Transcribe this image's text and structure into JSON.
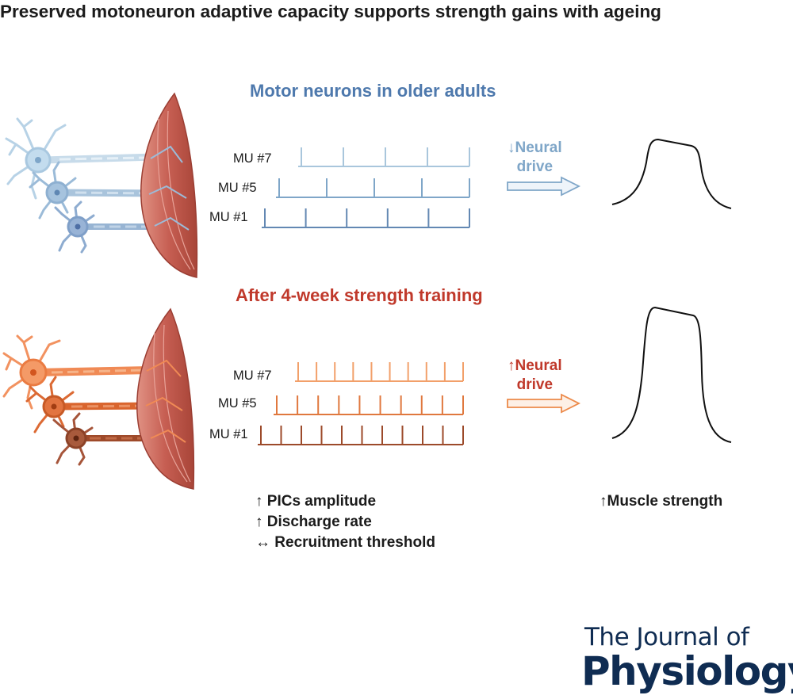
{
  "title": "Preserved motoneuron adaptive capacity supports strength gains with ageing",
  "colors": {
    "blue_title": "#4e79ad",
    "red_title": "#c0392b",
    "blue_train_light": "#a9c6dc",
    "blue_train_mid": "#7fa6c8",
    "blue_train_dark": "#6388b3",
    "orange_train_light": "#f2a06a",
    "orange_train_mid": "#e0783e",
    "orange_train_dark": "#9c4a2a",
    "muscle": "#c05a4e",
    "journal": "#0f2c52"
  },
  "panels": [
    {
      "heading": "Motor neurons in older adults",
      "drive_arrow": "↓",
      "drive_line1": "Neural",
      "drive_line2": "drive",
      "motor_units": [
        {
          "label": "MU #7",
          "spikes": 5
        },
        {
          "label": "MU #5",
          "spikes": 5
        },
        {
          "label": "MU #1",
          "spikes": 6
        }
      ]
    },
    {
      "heading": "After 4-week strength training",
      "drive_arrow": "↑",
      "drive_line1": "Neural",
      "drive_line2": "drive",
      "motor_units": [
        {
          "label": "MU #7",
          "spikes": 10
        },
        {
          "label": "MU #5",
          "spikes": 10
        },
        {
          "label": "MU #1",
          "spikes": 11
        }
      ]
    }
  ],
  "findings": [
    "↑ PICs amplitude",
    "↑ Discharge rate",
    "↔ Recruitment threshold"
  ],
  "outcome": "↑Muscle strength",
  "journal": {
    "line1": "The Journal of",
    "line2": "Physiology"
  }
}
